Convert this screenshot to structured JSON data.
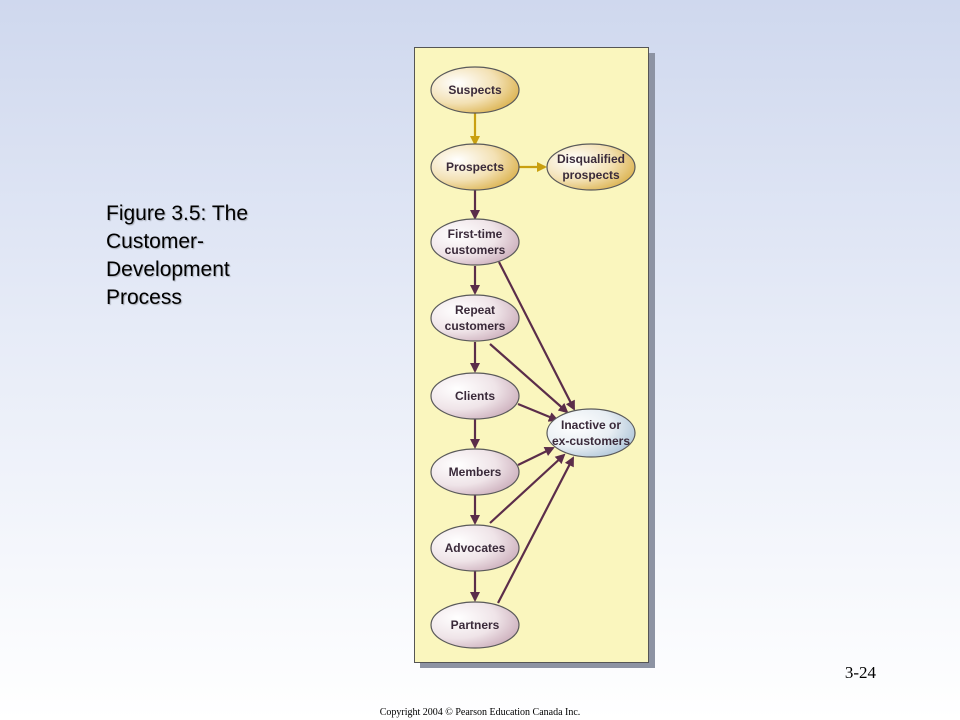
{
  "caption": {
    "line1": "Figure 3.5:  The",
    "line2": "Customer-",
    "line3": "Development",
    "line4": "Process"
  },
  "nodes": {
    "suspects": [
      "Suspects"
    ],
    "prospects": [
      "Prospects"
    ],
    "disqualified": [
      "Disqualified",
      "prospects"
    ],
    "first_time": [
      "First-time",
      "customers"
    ],
    "repeat": [
      "Repeat",
      "customers"
    ],
    "clients": [
      "Clients"
    ],
    "members": [
      "Members"
    ],
    "advocates": [
      "Advocates"
    ],
    "partners": [
      "Partners"
    ],
    "inactive": [
      "Inactive or",
      "ex-customers"
    ]
  },
  "colors": {
    "gold_arrow": "#c9a010",
    "purple_arrow": "#5b2d4a",
    "panel": "#faf6be"
  },
  "page_number": "3-24",
  "copyright": "Copyright 2004 © Pearson Education Canada Inc."
}
